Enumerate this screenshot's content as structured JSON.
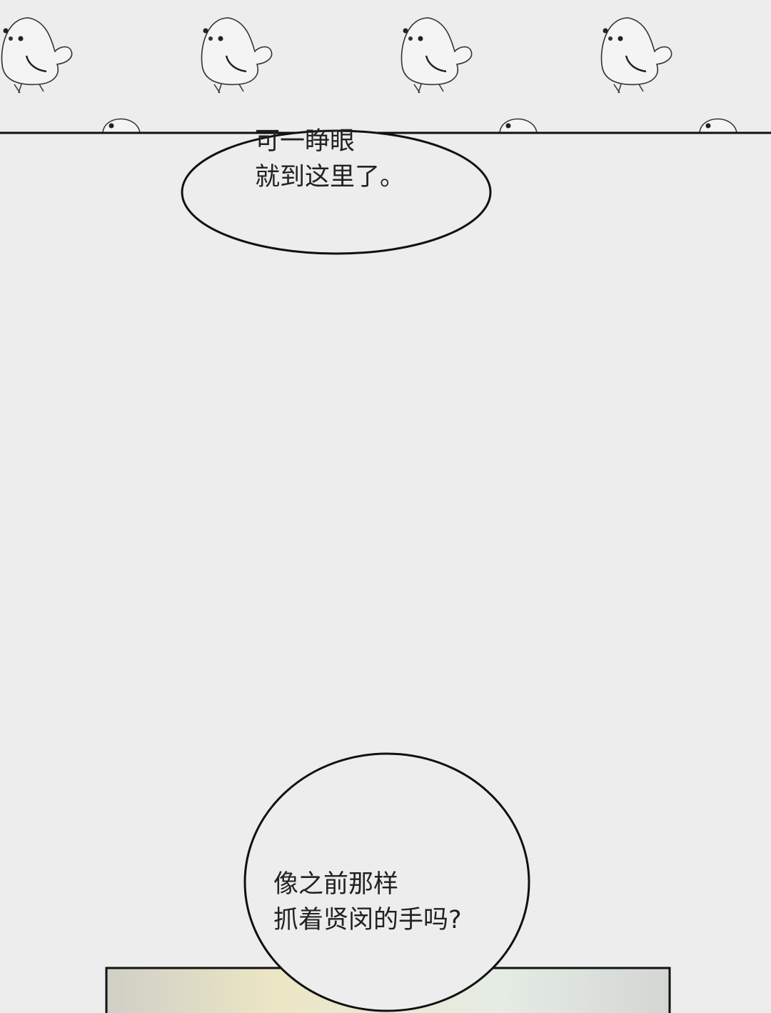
{
  "bubbles": [
    {
      "lines": [
        "可一睁眼",
        "就到这里了。"
      ]
    },
    {
      "lines": [
        "像之前那样",
        "抓着贤闵的手吗?"
      ]
    }
  ],
  "colors": {
    "background": "#ededed",
    "ink": "#111111"
  }
}
